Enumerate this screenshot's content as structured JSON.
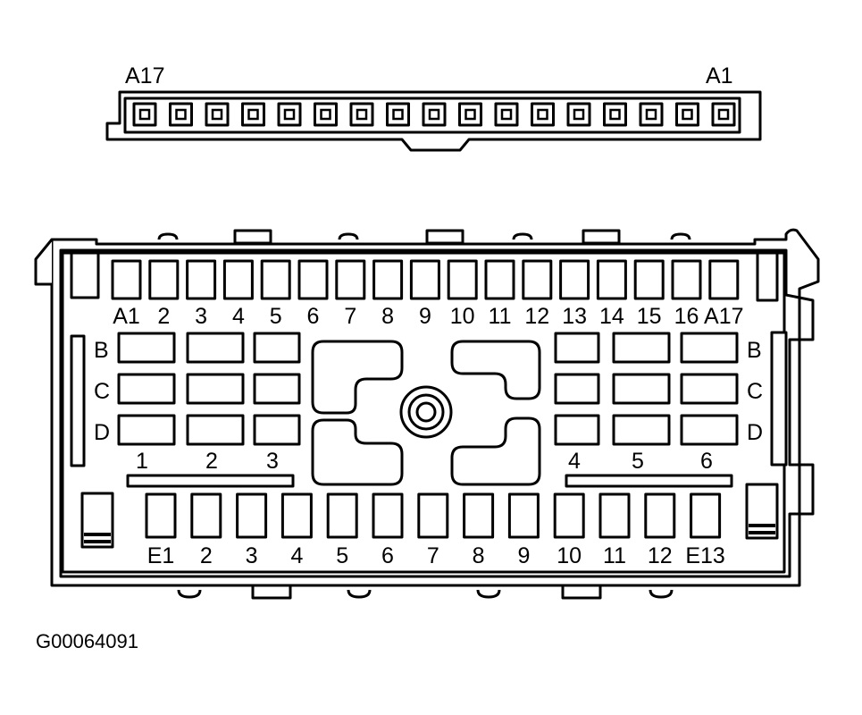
{
  "top_connector": {
    "left_label": "A17",
    "right_label": "A1"
  },
  "row_a_labels": [
    "A1",
    "2",
    "3",
    "4",
    "5",
    "6",
    "7",
    "8",
    "9",
    "10",
    "11",
    "12",
    "13",
    "14",
    "15",
    "16",
    "A17"
  ],
  "row_letters_left": [
    "B",
    "C",
    "D"
  ],
  "row_letters_right": [
    "B",
    "C",
    "D"
  ],
  "left_group_labels": [
    "1",
    "2",
    "3"
  ],
  "right_group_labels": [
    "4",
    "5",
    "6"
  ],
  "row_e_labels": [
    "E1",
    "2",
    "3",
    "4",
    "5",
    "6",
    "7",
    "8",
    "9",
    "10",
    "11",
    "12",
    "E13"
  ],
  "figure_id": "G00064091"
}
